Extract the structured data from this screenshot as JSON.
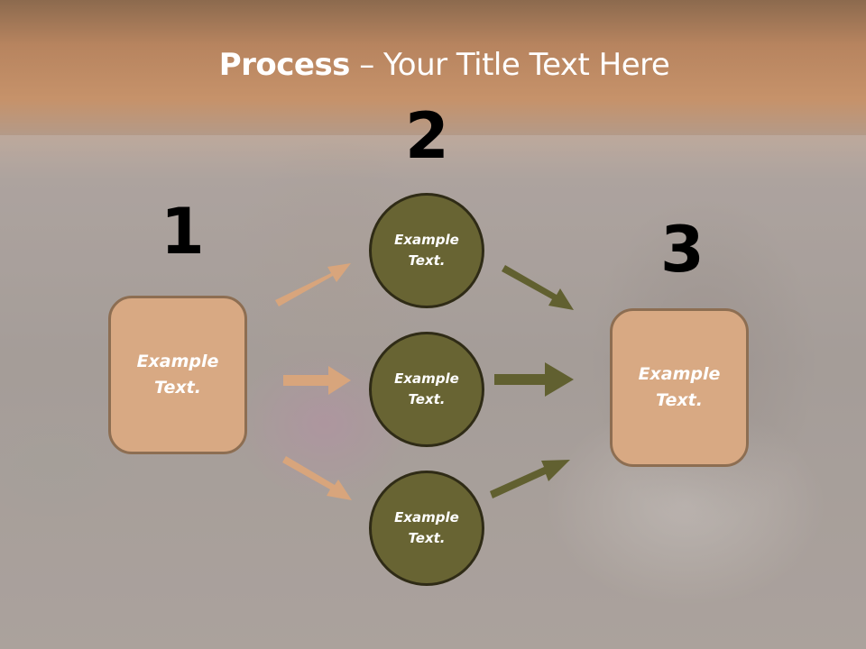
{
  "slide": {
    "title_bold": "Process",
    "title_rest": " – Your Title Text Here",
    "colors": {
      "header_gradient_top": "#8c6a4e",
      "header_gradient_bottom": "#c6926a",
      "box_fill": "#d8a983",
      "box_border": "#8d6e52",
      "circle_fill": "#686433",
      "circle_border": "#2f2b16",
      "input_arrow": "#d8a57c",
      "output_arrow": "#616030"
    }
  },
  "steps": [
    {
      "number": "1",
      "label_line1": "Example",
      "label_line2": "Text."
    },
    {
      "number": "2"
    },
    {
      "number": "3",
      "label_line1": "Example",
      "label_line2": "Text."
    }
  ],
  "circles": [
    {
      "label_line1": "Example",
      "label_line2": "Text."
    },
    {
      "label_line1": "Example",
      "label_line2": "Text."
    },
    {
      "label_line1": "Example",
      "label_line2": "Text."
    }
  ],
  "arrows": [
    {
      "from": "box-1",
      "to": "circle-1",
      "color_key": "input_arrow"
    },
    {
      "from": "box-1",
      "to": "circle-2",
      "color_key": "input_arrow"
    },
    {
      "from": "box-1",
      "to": "circle-3",
      "color_key": "input_arrow"
    },
    {
      "from": "circle-1",
      "to": "box-3",
      "color_key": "output_arrow"
    },
    {
      "from": "circle-2",
      "to": "box-3",
      "color_key": "output_arrow"
    },
    {
      "from": "circle-3",
      "to": "box-3",
      "color_key": "output_arrow"
    }
  ]
}
